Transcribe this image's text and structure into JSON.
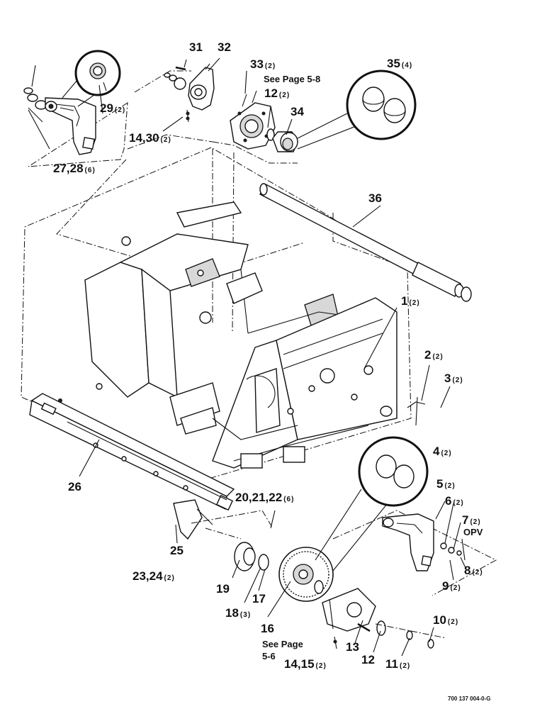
{
  "callouts": [
    {
      "id": "c31",
      "num": "31",
      "qty": ""
    },
    {
      "id": "c32",
      "num": "32",
      "qty": ""
    },
    {
      "id": "c33",
      "num": "33",
      "qty": "(2)"
    },
    {
      "id": "c12a",
      "num": "12",
      "qty": "(2)"
    },
    {
      "id": "c34",
      "num": "34",
      "qty": ""
    },
    {
      "id": "c35",
      "num": "35",
      "qty": "(4)"
    },
    {
      "id": "c29",
      "num": "29",
      "qty": "(2)"
    },
    {
      "id": "c1430",
      "num": "14,30",
      "qty": "(2)"
    },
    {
      "id": "c2728",
      "num": "27,28",
      "qty": "(6)"
    },
    {
      "id": "c36",
      "num": "36",
      "qty": ""
    },
    {
      "id": "c1",
      "num": "1",
      "qty": "(2)"
    },
    {
      "id": "c2",
      "num": "2",
      "qty": "(2)"
    },
    {
      "id": "c3",
      "num": "3",
      "qty": "(2)"
    },
    {
      "id": "c4",
      "num": "4",
      "qty": "(2)"
    },
    {
      "id": "c5",
      "num": "5",
      "qty": "(2)"
    },
    {
      "id": "c6",
      "num": "6",
      "qty": "(2)"
    },
    {
      "id": "c7",
      "num": "7",
      "qty": "(2)"
    },
    {
      "id": "c8",
      "num": "8",
      "qty": "(2)"
    },
    {
      "id": "c9",
      "num": "9",
      "qty": "(2)"
    },
    {
      "id": "c10",
      "num": "10",
      "qty": "(2)"
    },
    {
      "id": "c26",
      "num": "26",
      "qty": ""
    },
    {
      "id": "c202122",
      "num": "20,21,22",
      "qty": "(6)"
    },
    {
      "id": "c25",
      "num": "25",
      "qty": ""
    },
    {
      "id": "c2324",
      "num": "23,24",
      "qty": "(2)"
    },
    {
      "id": "c19",
      "num": "19",
      "qty": ""
    },
    {
      "id": "c17",
      "num": "17",
      "qty": ""
    },
    {
      "id": "c18",
      "num": "18",
      "qty": "(3)"
    },
    {
      "id": "c16",
      "num": "16",
      "qty": ""
    },
    {
      "id": "c13",
      "num": "13",
      "qty": ""
    },
    {
      "id": "c12b",
      "num": "12",
      "qty": ""
    },
    {
      "id": "c11",
      "num": "11",
      "qty": "(2)"
    },
    {
      "id": "c1415",
      "num": "14,15",
      "qty": "(2)"
    }
  ],
  "notes": {
    "see_page_5_8": "See Page 5-8",
    "see_page_5_6_line1": "See Page",
    "see_page_5_6_line2": "5-6",
    "opv": "OPV"
  },
  "figure_code": "700 137 004-0-G"
}
